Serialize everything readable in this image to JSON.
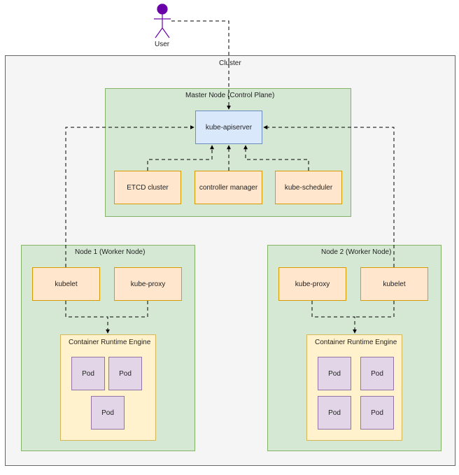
{
  "user": {
    "label": "User"
  },
  "cluster": {
    "label": "Cluster"
  },
  "master": {
    "label": "Master Node (Control Plane)",
    "apiserver": "kube-apiserver",
    "etcd": "ETCD cluster",
    "controller": "controller manager",
    "scheduler": "kube-scheduler"
  },
  "node1": {
    "label": "Node 1 (Worker Node)",
    "kubelet": "kubelet",
    "proxy": "kube-proxy",
    "runtime": "Container Runtime Engine",
    "pods": [
      "Pod",
      "Pod",
      "Pod"
    ]
  },
  "node2": {
    "label": "Node 2 (Worker Node)",
    "kubelet": "kubelet",
    "proxy": "kube-proxy",
    "runtime": "Container Runtime Engine",
    "pods": [
      "Pod",
      "Pod",
      "Pod",
      "Pod"
    ]
  },
  "colors": {
    "zone_fill": "#d5e8d4",
    "zone_stroke": "#82b366",
    "component_fill": "#ffe6cc",
    "component_stroke": "#d79b00",
    "api_fill": "#dae8fc",
    "api_stroke": "#6c8ebf",
    "runtime_fill": "#fff2cc",
    "runtime_stroke": "#d6b656",
    "pod_fill": "#e1d5e7",
    "pod_stroke": "#9673a6",
    "user_fill": "#6a00a8"
  }
}
